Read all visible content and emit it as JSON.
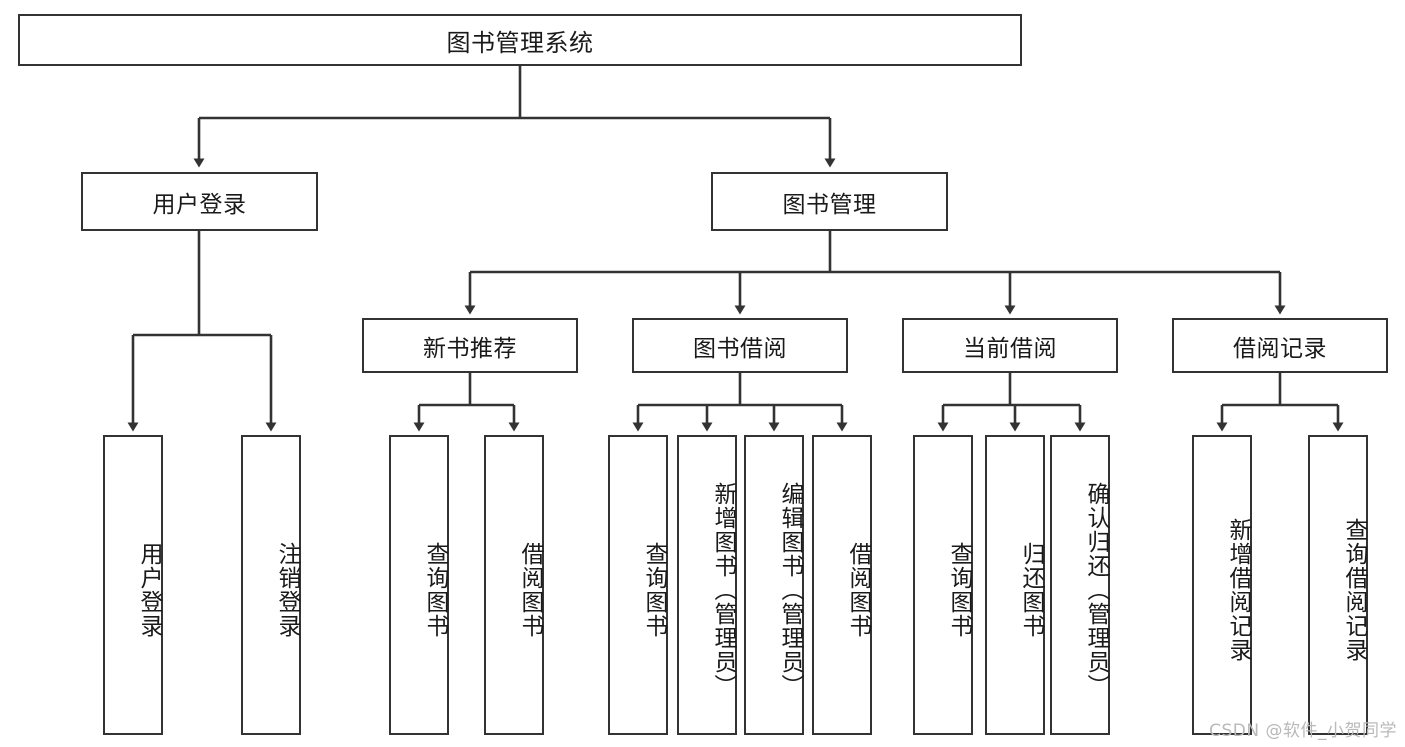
{
  "diagram": {
    "title": "图书管理系统",
    "type": "hierarchy-tree",
    "watermark": "CSDN @软件_小贺同学",
    "colors": {
      "box_border": "#333333",
      "box_fill": "#ffffff",
      "connector": "#333333",
      "text": "#1a1a1a",
      "watermark": "#b9b9b9",
      "background": "#ffffff"
    },
    "levels": {
      "root": {
        "label": "图书管理系统"
      },
      "level2": [
        {
          "label": "用户登录"
        },
        {
          "label": "图书管理"
        }
      ],
      "level3": [
        {
          "label": "新书推荐"
        },
        {
          "label": "图书借阅"
        },
        {
          "label": "当前借阅"
        },
        {
          "label": "借阅记录"
        }
      ],
      "leaves": {
        "user_login": [
          {
            "label": "用户登录"
          },
          {
            "label": "注销登录"
          }
        ],
        "new_book_recommend": [
          {
            "label": "查询图书"
          },
          {
            "label": "借阅图书"
          }
        ],
        "book_borrow": [
          {
            "label": "查询图书"
          },
          {
            "label": "新增图书（管理员）"
          },
          {
            "label": "编辑图书（管理员）"
          },
          {
            "label": "借阅图书"
          }
        ],
        "current_borrow": [
          {
            "label": "查询图书"
          },
          {
            "label": "归还图书"
          },
          {
            "label": "确认归还（管理员）"
          }
        ],
        "borrow_record": [
          {
            "label": "新增借阅记录"
          },
          {
            "label": "查询借阅记录"
          }
        ]
      }
    }
  }
}
